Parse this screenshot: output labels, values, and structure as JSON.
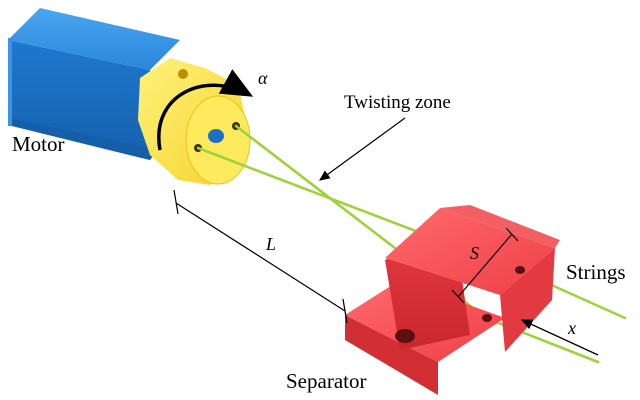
{
  "labels": {
    "motor": "Motor",
    "twisting_zone": "Twisting zone",
    "alpha": "α",
    "length": "L",
    "spacing": "S",
    "strings": "Strings",
    "displacement": "x",
    "separator": "Separator"
  },
  "colors": {
    "motor_body": "#1f7fd6",
    "motor_cap": "#ffe24a",
    "separator": "#f0454b",
    "strings": "#9fd23a",
    "annotation": "#000000"
  }
}
